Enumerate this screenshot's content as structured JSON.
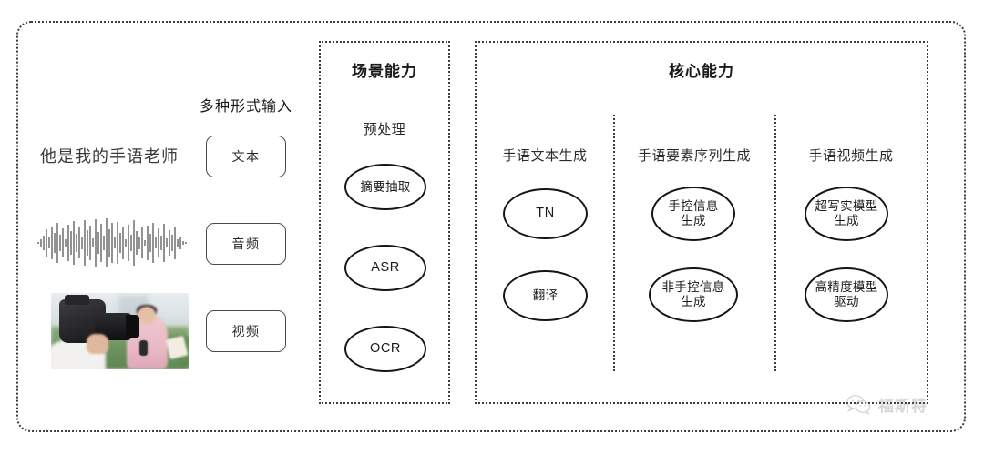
{
  "diagram": {
    "inputs": {
      "heading": "多种形式输入",
      "sample_text": "他是我的手语老师",
      "waveform_name": "audio-waveform",
      "video_name": "video-thumbnail",
      "chips": [
        {
          "label": "文本"
        },
        {
          "label": "音频"
        },
        {
          "label": "视频"
        }
      ]
    },
    "scene_section": {
      "title": "场景能力",
      "column_label": "预处理",
      "nodes": [
        {
          "label": "摘要抽取",
          "lang": "zh"
        },
        {
          "label": "ASR",
          "lang": "en"
        },
        {
          "label": "OCR",
          "lang": "en"
        }
      ]
    },
    "core_section": {
      "title": "核心能力",
      "columns": [
        {
          "label": "手语文本生成",
          "nodes": [
            {
              "label": "TN",
              "lang": "en"
            },
            {
              "label": "翻译",
              "lang": "zh"
            }
          ]
        },
        {
          "label": "手语要素序列生成",
          "nodes": [
            {
              "label": "手控信息\n生成",
              "lang": "zh"
            },
            {
              "label": "非手控信息\n生成",
              "lang": "zh"
            }
          ]
        },
        {
          "label": "手语视频生成",
          "nodes": [
            {
              "label": "超写实模型\n生成",
              "lang": "zh"
            },
            {
              "label": "高精度模型\n驱动",
              "lang": "zh"
            }
          ]
        }
      ]
    },
    "watermark": {
      "text": "福斯特",
      "icon": "wechat-icon"
    },
    "colors": {
      "frame": "#3c3c3c",
      "node_stroke": "#161616",
      "text": "#1a1a1a",
      "chip_stroke": "#4a4a52",
      "background": "#ffffff"
    }
  }
}
